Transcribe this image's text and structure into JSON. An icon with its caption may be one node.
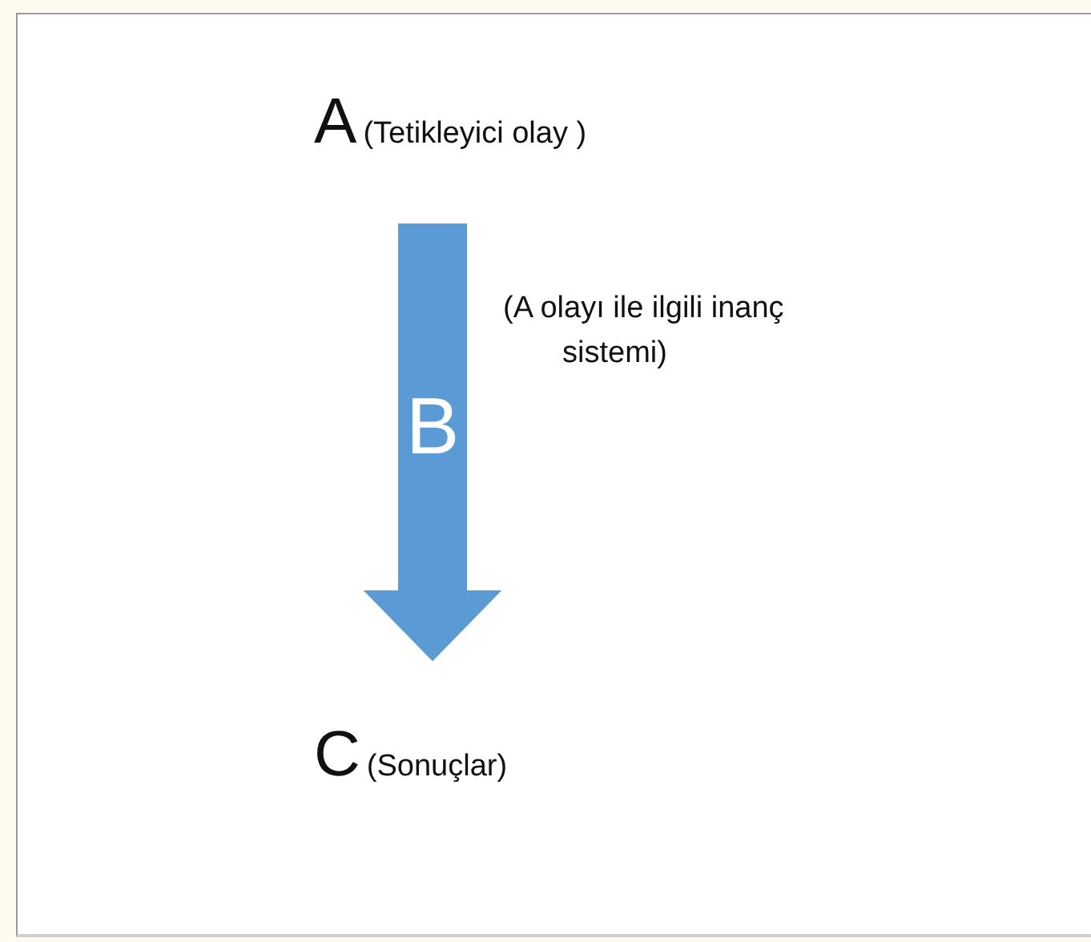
{
  "diagram": {
    "nodes": [
      {
        "text": [
          "A",
          "(Tetikleyici olay )"
        ]
      },
      {
        "text": [
          "C",
          "(Sonuçlar)"
        ]
      }
    ],
    "edges": [
      {
        "from": 0,
        "to": 1,
        "arrow": "to",
        "label": "B"
      }
    ],
    "labels": [
      "(A olayı ile ilgili inanç sistemi)"
    ]
  }
}
